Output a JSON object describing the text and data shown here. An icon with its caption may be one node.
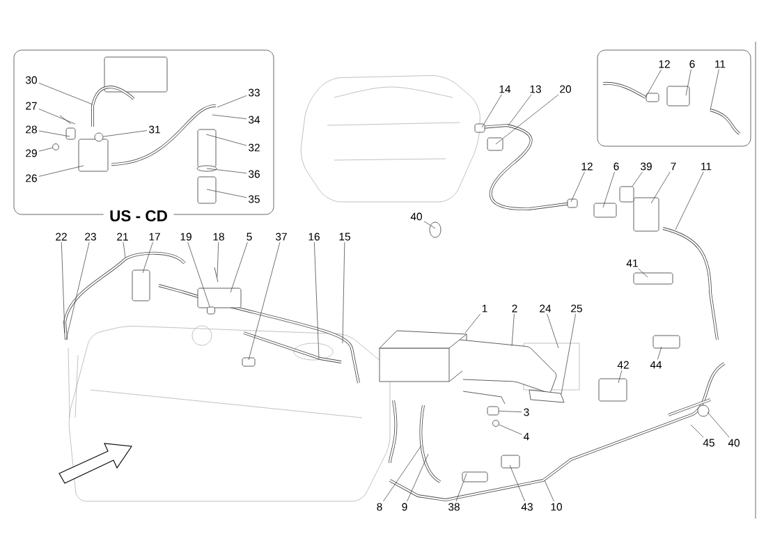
{
  "diagram": {
    "nodes": [
      {
        "text": [
          "US - CD"
        ]
      },
      {
        "text": [
          "30"
        ],
        "in": 0
      },
      {
        "text": [
          "27"
        ],
        "in": 0
      },
      {
        "text": [
          "28"
        ],
        "in": 0
      },
      {
        "text": [
          "29"
        ],
        "in": 0
      },
      {
        "text": [
          "26"
        ],
        "in": 0
      },
      {
        "text": [
          "31"
        ],
        "in": 0
      },
      {
        "text": [
          "33"
        ],
        "in": 0
      },
      {
        "text": [
          "34"
        ],
        "in": 0
      },
      {
        "text": [
          "32"
        ],
        "in": 0
      },
      {
        "text": [
          "36"
        ],
        "in": 0
      },
      {
        "text": [
          "35"
        ],
        "in": 0
      },
      {
        "text": [],
        "shape": "box"
      },
      {
        "text": [
          "12"
        ],
        "in": 12
      },
      {
        "text": [
          "6"
        ],
        "in": 12
      },
      {
        "text": [
          "11"
        ],
        "in": 12
      },
      {
        "text": [
          "14"
        ]
      },
      {
        "text": [
          "13"
        ]
      },
      {
        "text": [
          "20"
        ]
      },
      {
        "text": [
          "12"
        ]
      },
      {
        "text": [
          "6"
        ]
      },
      {
        "text": [
          "39"
        ]
      },
      {
        "text": [
          "7"
        ]
      },
      {
        "text": [
          "11"
        ]
      },
      {
        "text": [
          "40"
        ]
      },
      {
        "text": [
          "22"
        ]
      },
      {
        "text": [
          "23"
        ]
      },
      {
        "text": [
          "21"
        ]
      },
      {
        "text": [
          "17"
        ]
      },
      {
        "text": [
          "19"
        ]
      },
      {
        "text": [
          "18"
        ]
      },
      {
        "text": [
          "5"
        ]
      },
      {
        "text": [
          "37"
        ]
      },
      {
        "text": [
          "16"
        ]
      },
      {
        "text": [
          "15"
        ]
      },
      {
        "text": [
          "41"
        ]
      },
      {
        "text": [
          "1"
        ]
      },
      {
        "text": [
          "2"
        ]
      },
      {
        "text": [
          "24"
        ]
      },
      {
        "text": [
          "25"
        ]
      },
      {
        "text": [
          "42"
        ]
      },
      {
        "text": [
          "44"
        ]
      },
      {
        "text": [
          "3"
        ]
      },
      {
        "text": [
          "4"
        ]
      },
      {
        "text": [
          "45"
        ]
      },
      {
        "text": [
          "40"
        ]
      },
      {
        "text": [
          "8"
        ]
      },
      {
        "text": [
          "9"
        ]
      },
      {
        "text": [
          "38"
        ]
      },
      {
        "text": [
          "43"
        ]
      },
      {
        "text": [
          "10"
        ]
      },
      {
        "text": [],
        "shape": "circle",
        "in": 0
      },
      {
        "text": [],
        "shape": "circle",
        "in": 0
      },
      {
        "text": [],
        "shape": "box"
      },
      {
        "text": [],
        "shape": "box"
      },
      {
        "text": [],
        "shape": "circle"
      },
      {
        "text": [],
        "shape": "box"
      }
    ],
    "edges": [
      {
        "from": 1,
        "to": null,
        "arrow": "none"
      },
      {
        "from": 2,
        "to": null,
        "arrow": "none"
      },
      {
        "from": 3,
        "to": null,
        "arrow": "none"
      },
      {
        "from": 4,
        "to": 51,
        "arrow": "none"
      },
      {
        "from": 5,
        "to": null,
        "arrow": "none"
      },
      {
        "from": 6,
        "to": 52,
        "arrow": "none"
      },
      {
        "from": 7,
        "to": null,
        "arrow": "none"
      },
      {
        "from": 8,
        "to": null,
        "arrow": "none"
      },
      {
        "from": 9,
        "to": null,
        "arrow": "none"
      },
      {
        "from": 10,
        "to": null,
        "arrow": "none"
      },
      {
        "from": 11,
        "to": null,
        "arrow": "none"
      },
      {
        "from": 13,
        "to": null,
        "arrow": "none"
      },
      {
        "from": 14,
        "to": null,
        "arrow": "none"
      },
      {
        "from": 15,
        "to": null,
        "arrow": "none"
      },
      {
        "from": 16,
        "to": null,
        "arrow": "none"
      },
      {
        "from": 17,
        "to": null,
        "arrow": "none"
      },
      {
        "from": 18,
        "to": null,
        "arrow": "none"
      },
      {
        "from": 19,
        "to": null,
        "arrow": "none"
      },
      {
        "from": 20,
        "to": null,
        "arrow": "none"
      },
      {
        "from": 21,
        "to": 54,
        "arrow": "none"
      },
      {
        "from": 22,
        "to": null,
        "arrow": "none"
      },
      {
        "from": 23,
        "to": null,
        "arrow": "none"
      },
      {
        "from": 24,
        "to": null,
        "arrow": "none"
      },
      {
        "from": 25,
        "to": null,
        "arrow": "none"
      },
      {
        "from": 26,
        "to": null,
        "arrow": "none"
      },
      {
        "from": 27,
        "to": null,
        "arrow": "none"
      },
      {
        "from": 28,
        "to": null,
        "arrow": "none"
      },
      {
        "from": 29,
        "to": 53,
        "arrow": "none"
      },
      {
        "from": 30,
        "to": null,
        "arrow": "none"
      },
      {
        "from": 31,
        "to": null,
        "arrow": "none"
      },
      {
        "from": 32,
        "to": null,
        "arrow": "none"
      },
      {
        "from": 33,
        "to": null,
        "arrow": "none"
      },
      {
        "from": 34,
        "to": null,
        "arrow": "none"
      },
      {
        "from": 35,
        "to": null,
        "arrow": "none"
      },
      {
        "from": 36,
        "to": null,
        "arrow": "none"
      },
      {
        "from": 37,
        "to": null,
        "arrow": "none"
      },
      {
        "from": 38,
        "to": null,
        "arrow": "none"
      },
      {
        "from": 39,
        "to": null,
        "arrow": "none"
      },
      {
        "from": 40,
        "to": null,
        "arrow": "none"
      },
      {
        "from": 41,
        "to": null,
        "arrow": "none"
      },
      {
        "from": 42,
        "to": 56,
        "arrow": "none"
      },
      {
        "from": 43,
        "to": 55,
        "arrow": "none"
      },
      {
        "from": 44,
        "to": null,
        "arrow": "none"
      },
      {
        "from": 45,
        "to": null,
        "arrow": "none"
      },
      {
        "from": 46,
        "to": null,
        "arrow": "none"
      },
      {
        "from": 47,
        "to": null,
        "arrow": "none"
      },
      {
        "from": 48,
        "to": null,
        "arrow": "none"
      },
      {
        "from": 49,
        "to": null,
        "arrow": "none"
      },
      {
        "from": 50,
        "to": null,
        "arrow": "none"
      }
    ]
  }
}
